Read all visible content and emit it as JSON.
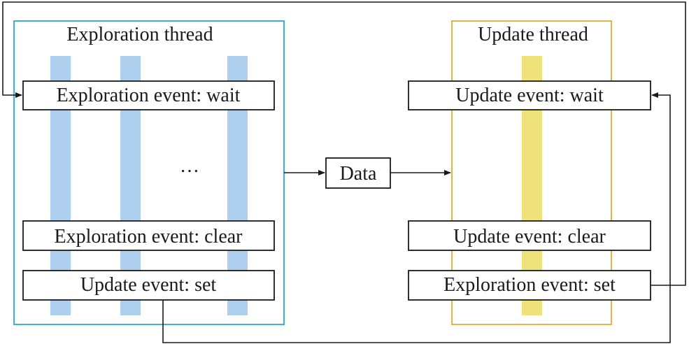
{
  "colors": {
    "exploration_frame": "#3cb3d4",
    "update_frame": "#e8b24a",
    "exploration_bar": "#aed0ee",
    "update_bar": "#f0e27a",
    "box_stroke": "#1a1a1a",
    "arrow": "#1a1a1a"
  },
  "exploration_thread": {
    "title": "Exploration thread",
    "ellipsis": "…",
    "events": {
      "wait": "Exploration event: wait",
      "clear": "Exploration event: clear",
      "set": "Update event: set"
    }
  },
  "data_box": {
    "label": "Data"
  },
  "update_thread": {
    "title": "Update thread",
    "events": {
      "wait": "Update event: wait",
      "clear": "Update event: clear",
      "set": "Exploration event: set"
    }
  }
}
